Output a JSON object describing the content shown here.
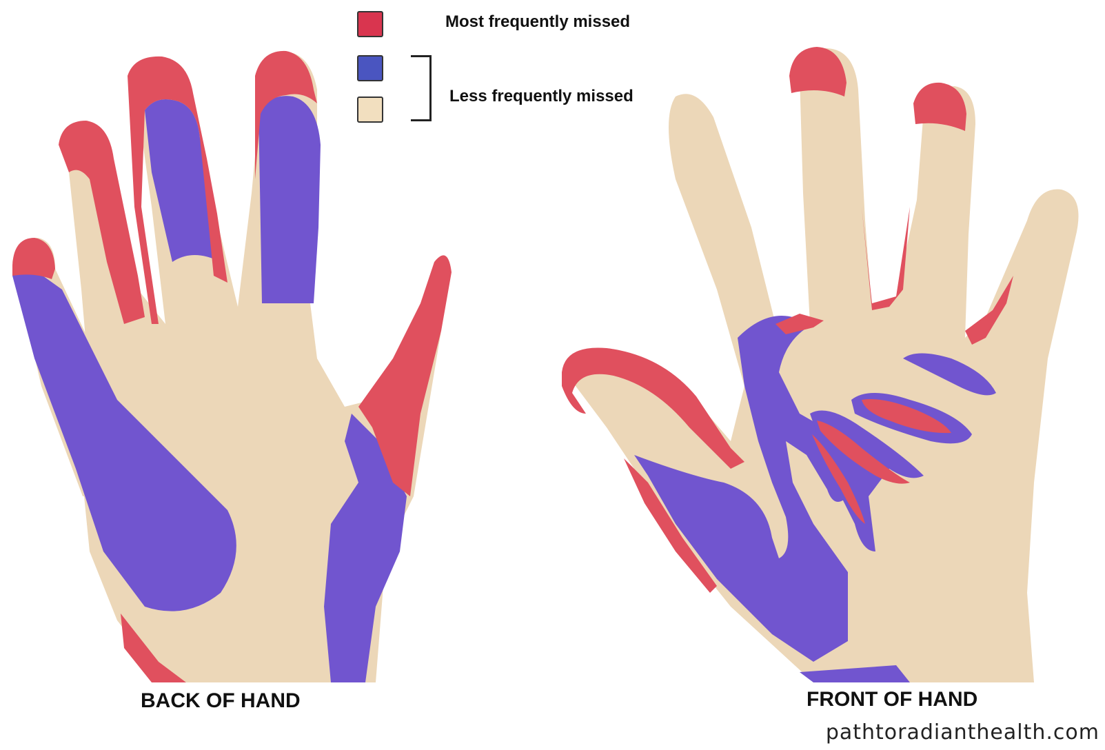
{
  "legend": {
    "items": [
      {
        "label": "Most frequently missed",
        "color": "#d9354f"
      },
      {
        "label": "",
        "color": "#4a55c0"
      },
      {
        "label": "",
        "color": "#f2dfbf"
      }
    ],
    "group_label": "Less frequently missed"
  },
  "labels": {
    "back": "BACK OF HAND",
    "front": "FRONT OF HAND"
  },
  "credit": "pathtoradianthealth.com",
  "colors": {
    "skin": "#ecd7b8",
    "red": "#e0505e",
    "purple": "#7155cf"
  }
}
